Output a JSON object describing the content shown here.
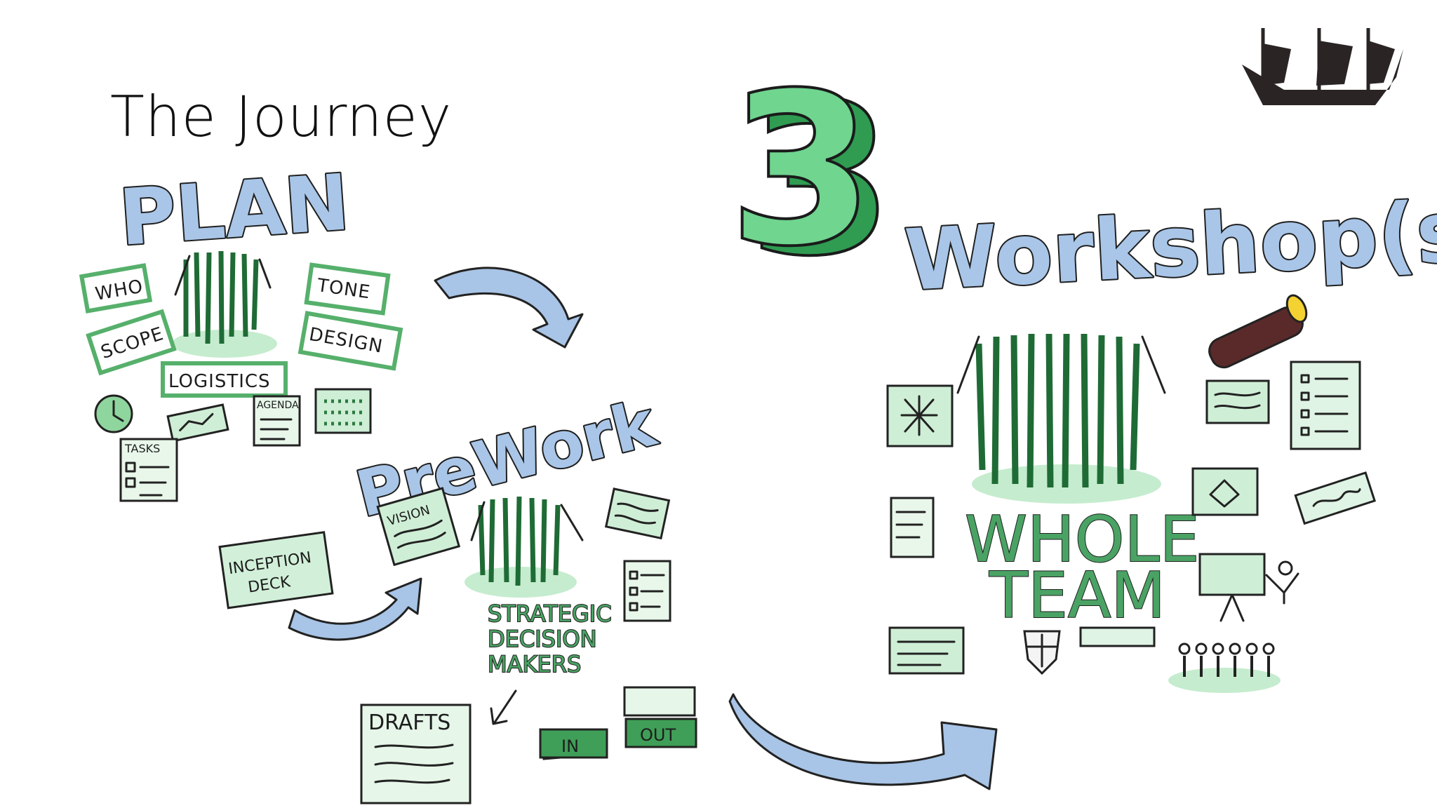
{
  "slide": {
    "title": "The Journey",
    "step_number": "3"
  },
  "plan": {
    "heading": "PLAN",
    "labels": [
      "WHO",
      "SCOPE",
      "TONE",
      "DESIGN",
      "LOGISTICS"
    ],
    "mini_labels": [
      "AGENDA",
      "TASKS"
    ]
  },
  "prework": {
    "heading": "PreWork",
    "vision_label": "VISION",
    "inception_label": [
      "INCEPTION",
      "DECK"
    ],
    "group_label": [
      "STRATEGIC",
      "DECISION",
      "MAKERS"
    ],
    "drafts_label": "DRAFTS",
    "tray_in": "IN",
    "tray_out": "OUT"
  },
  "workshops": {
    "heading": "Workshop(s)",
    "group_label": [
      "WHOLE",
      "TEAM"
    ]
  },
  "icons": [
    "ship-icon",
    "clock-icon",
    "kaleidoscope-icon",
    "flipchart-icon",
    "people-icon",
    "shield-icon"
  ],
  "colors": {
    "heading_blue": "#a9c6e8",
    "team_green": "#4aa364",
    "card_green": "#b7e3bf",
    "ink": "#1d1d1d"
  }
}
